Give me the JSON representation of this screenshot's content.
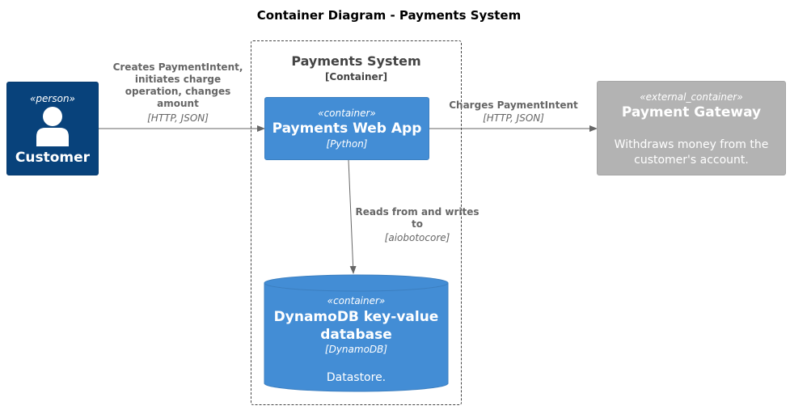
{
  "diagram": {
    "title": "Container Diagram - Payments System",
    "boundary": {
      "name": "Payments System",
      "type": "[Container]"
    },
    "customer": {
      "stereotype": "«person»",
      "name": "Customer"
    },
    "webapp": {
      "stereotype": "«container»",
      "name": "Payments Web App",
      "technology": "[Python]"
    },
    "gateway": {
      "stereotype": "«external_container»",
      "name": "Payment Gateway",
      "description_lines": [
        "Withdraws money from the",
        "customer's account."
      ]
    },
    "database": {
      "stereotype": "«container»",
      "name_lines": [
        "DynamoDB key-value",
        "database"
      ],
      "technology": "[DynamoDB]",
      "description": "Datastore."
    },
    "relations": {
      "customer_to_webapp": {
        "label_lines": [
          "Creates PaymentIntent,",
          "initiates charge",
          "operation, changes",
          "amount"
        ],
        "technology": "[HTTP, JSON]"
      },
      "webapp_to_gateway": {
        "label": "Charges PaymentIntent",
        "technology": "[HTTP, JSON]"
      },
      "webapp_to_database": {
        "label_lines": [
          "Reads from and writes",
          "to"
        ],
        "technology": "[aiobotocore]"
      }
    },
    "colors": {
      "person": "#08427b",
      "container": "#438dd5",
      "external_container": "#b3b3b3",
      "arrow": "#666666",
      "boundary": "#444444"
    }
  }
}
